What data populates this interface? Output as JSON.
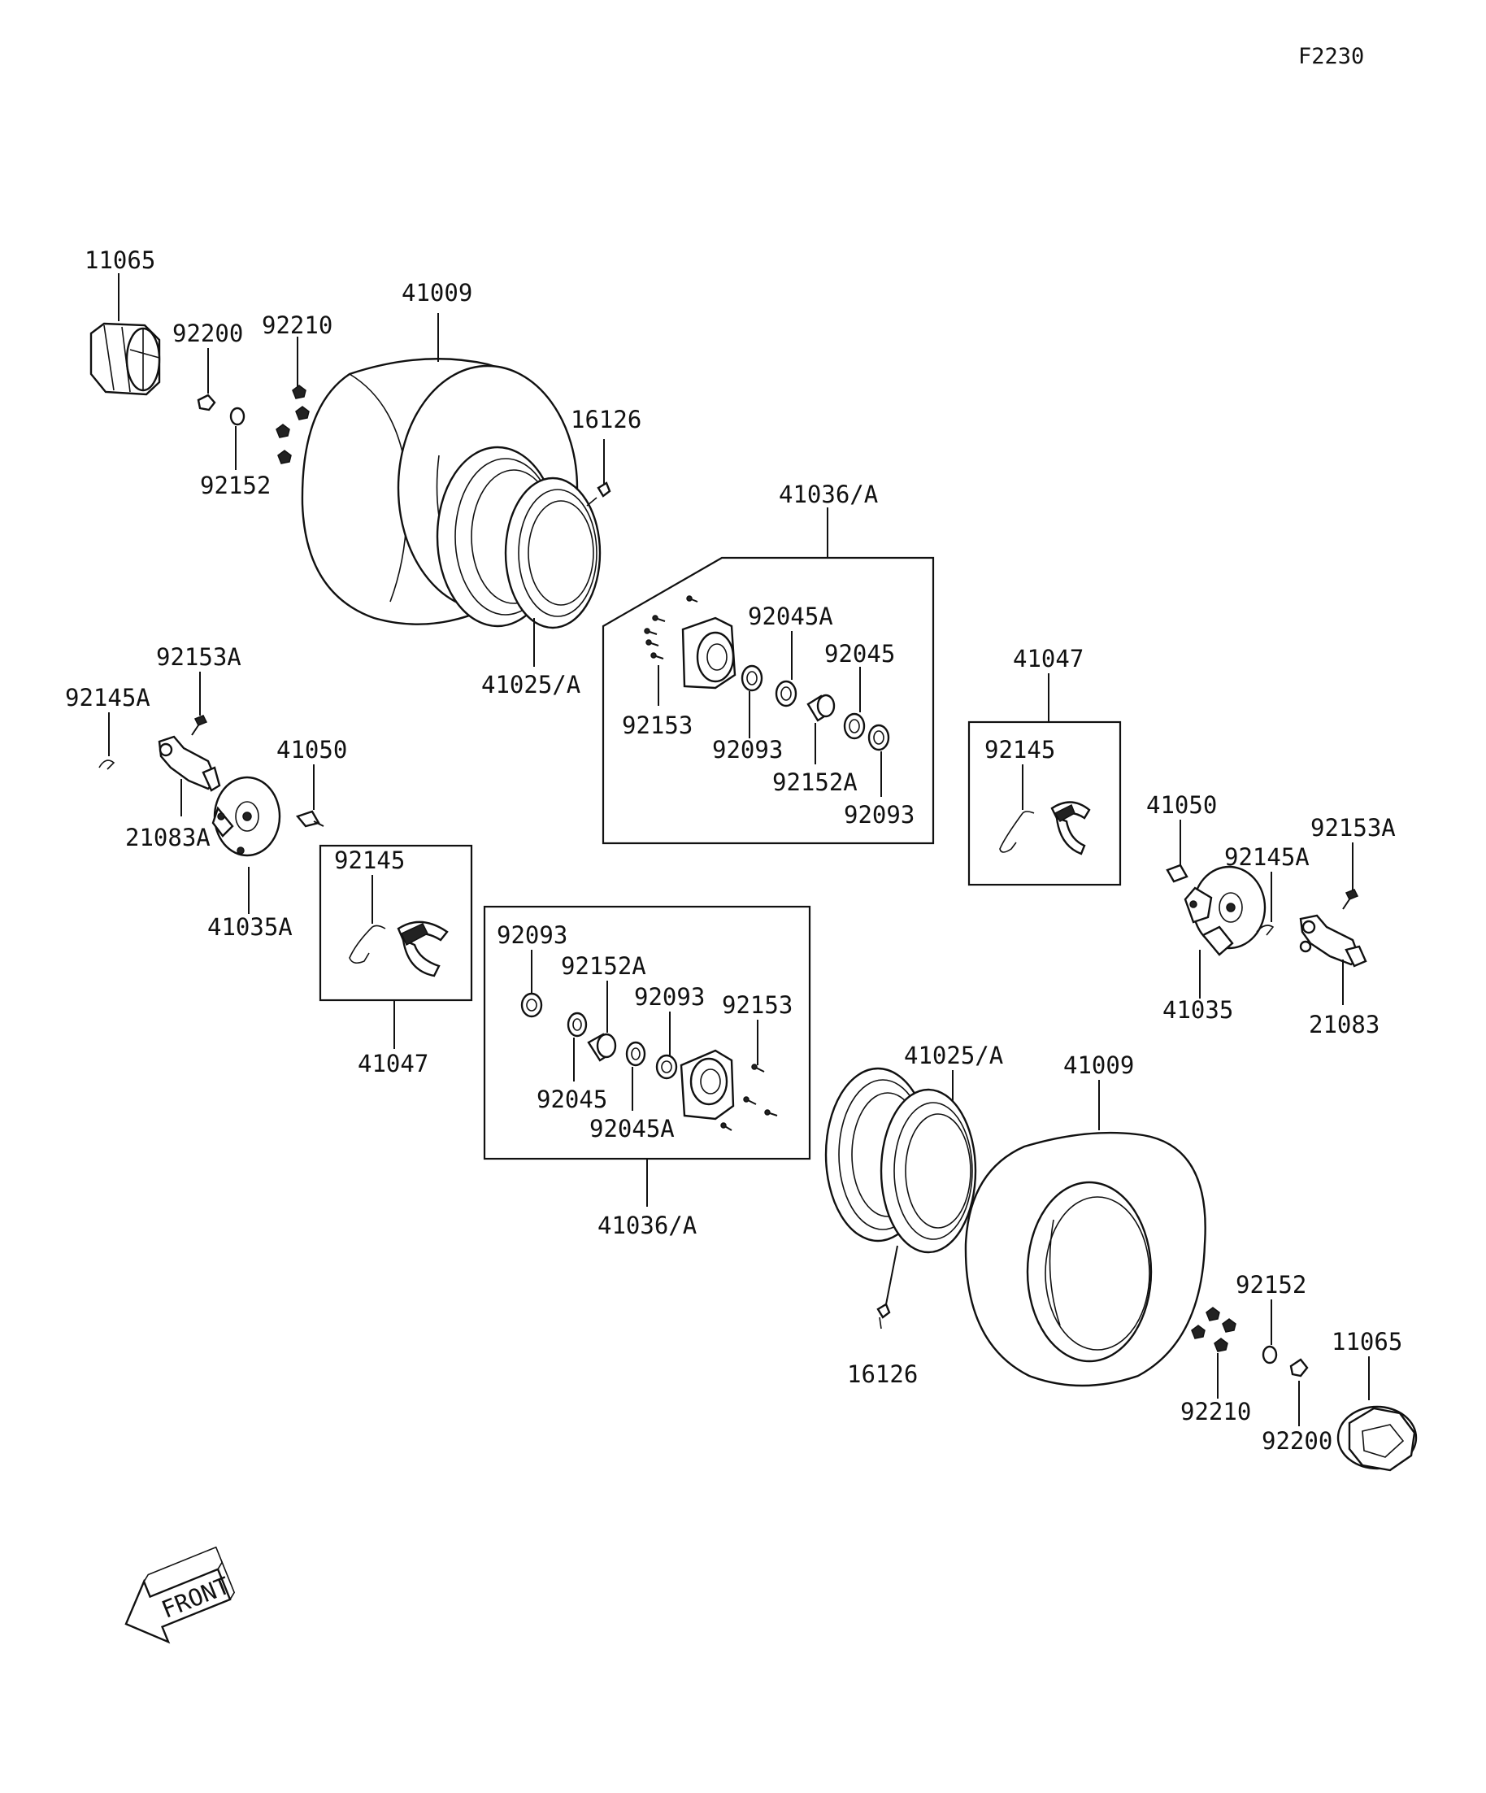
{
  "figure_code": "F2230",
  "front_arrow_label": "FRONT",
  "parts": {
    "p11065_top": "11065",
    "p92200_top": "92200",
    "p92210_top": "92210",
    "p41009_top": "41009",
    "p16126_top": "16126",
    "p92152_top": "92152",
    "p41025_top": "41025/A",
    "p41036_top": "41036/A",
    "p92045A_top": "92045A",
    "p92045_top": "92045",
    "p92153_top": "92153",
    "p92093_top_a": "92093",
    "p92152A_top": "92152A",
    "p92093_top_b": "92093",
    "p41047_right": "41047",
    "p92145_right": "92145",
    "p92153A_left": "92153A",
    "p92145A_left": "92145A",
    "p41050_left": "41050",
    "p21083A_left": "21083A",
    "p41035A_left": "41035A",
    "p92145_left": "92145",
    "p41047_left": "41047",
    "p92093_bot_a": "92093",
    "p92152A_bot": "92152A",
    "p92093_bot_b": "92093",
    "p92153_bot": "92153",
    "p92045_bot": "92045",
    "p92045A_bot": "92045A",
    "p41036_bot": "41036/A",
    "p41050_right": "41050",
    "p92145A_right": "92145A",
    "p92153A_right": "92153A",
    "p41035_right": "41035",
    "p21083_right": "21083",
    "p41025_bot": "41025/A",
    "p41009_bot": "41009",
    "p16126_bot": "16126",
    "p92152_bot": "92152",
    "p11065_bot": "11065",
    "p92210_bot": "92210",
    "p92200_bot": "92200"
  }
}
